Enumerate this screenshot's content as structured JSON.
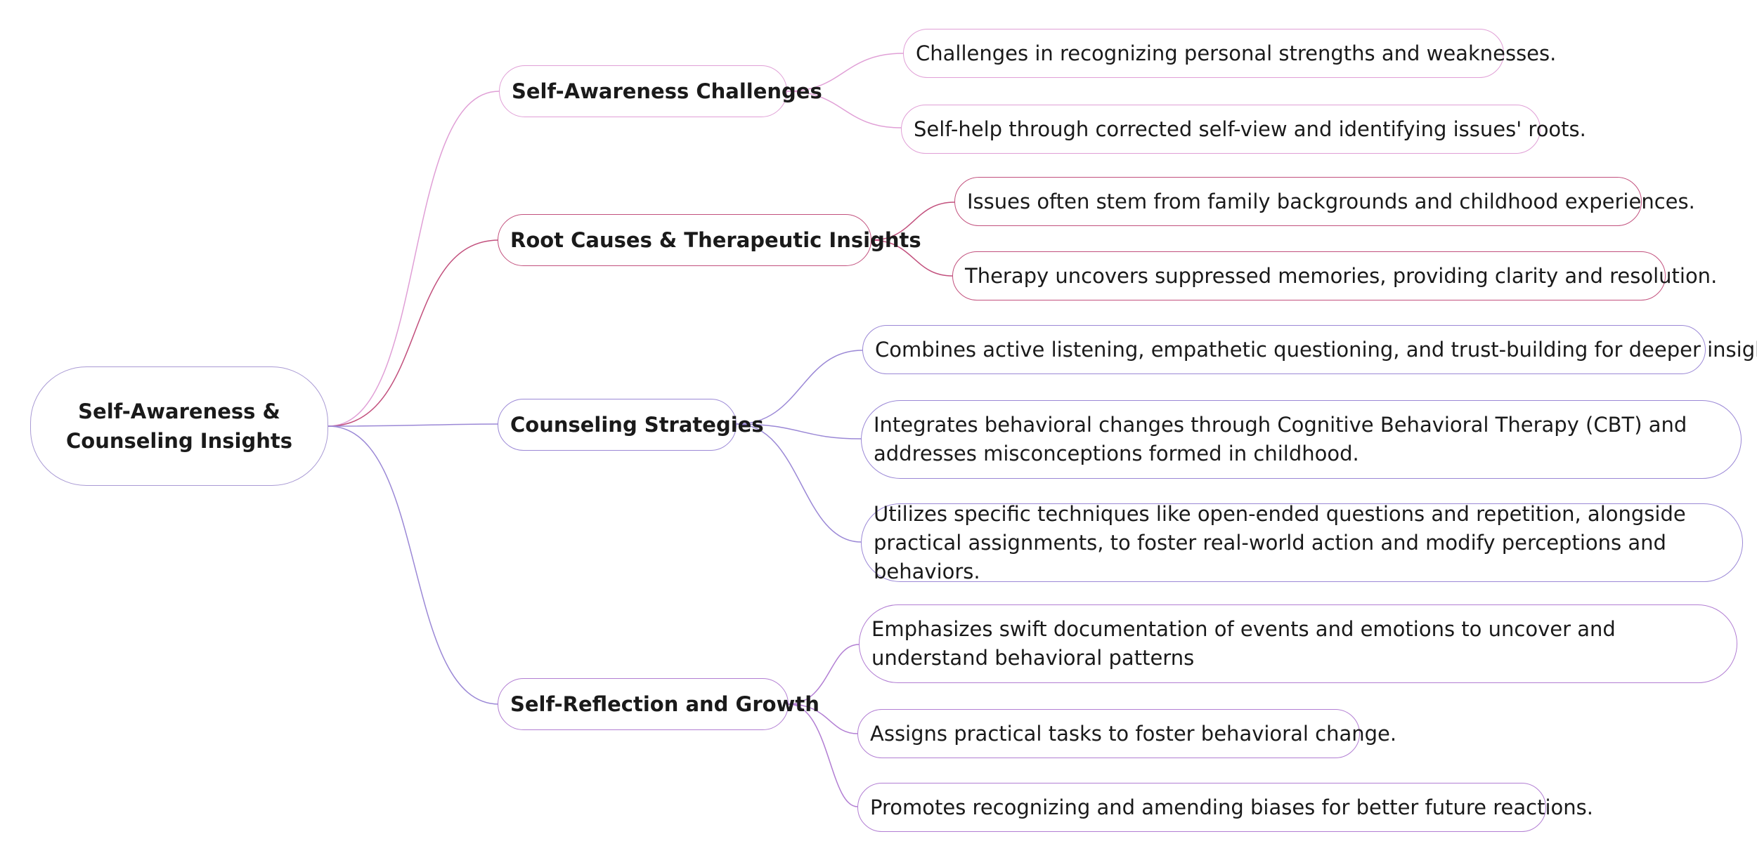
{
  "colors": {
    "pink": "#d98fd0",
    "crimson": "#c2507d",
    "violet": "#9b88d6",
    "purple": "#b27ed3"
  },
  "root": {
    "label": "Self-Awareness & Counseling Insights"
  },
  "branches": [
    {
      "label": "Self-Awareness Challenges",
      "children": [
        "Challenges in recognizing personal strengths and weaknesses.",
        "Self-help through corrected self-view and identifying issues' roots."
      ]
    },
    {
      "label": "Root Causes & Therapeutic Insights",
      "children": [
        "Issues often stem from family backgrounds and childhood experiences.",
        "Therapy uncovers suppressed memories, providing clarity and resolution."
      ]
    },
    {
      "label": "Counseling Strategies",
      "children": [
        "Combines active listening, empathetic questioning, and trust-building for deeper insight.",
        "Integrates behavioral changes through Cognitive Behavioral Therapy (CBT) and addresses misconceptions formed in childhood.",
        "Utilizes specific techniques like open-ended questions and repetition, alongside practical assignments, to foster real-world action and modify perceptions and behaviors."
      ]
    },
    {
      "label": "Self-Reflection and Growth",
      "children": [
        "Emphasizes swift documentation of events and emotions to uncover and understand behavioral patterns",
        "Assigns practical tasks to foster behavioral change.",
        "Promotes recognizing and amending biases for better future reactions."
      ]
    }
  ]
}
